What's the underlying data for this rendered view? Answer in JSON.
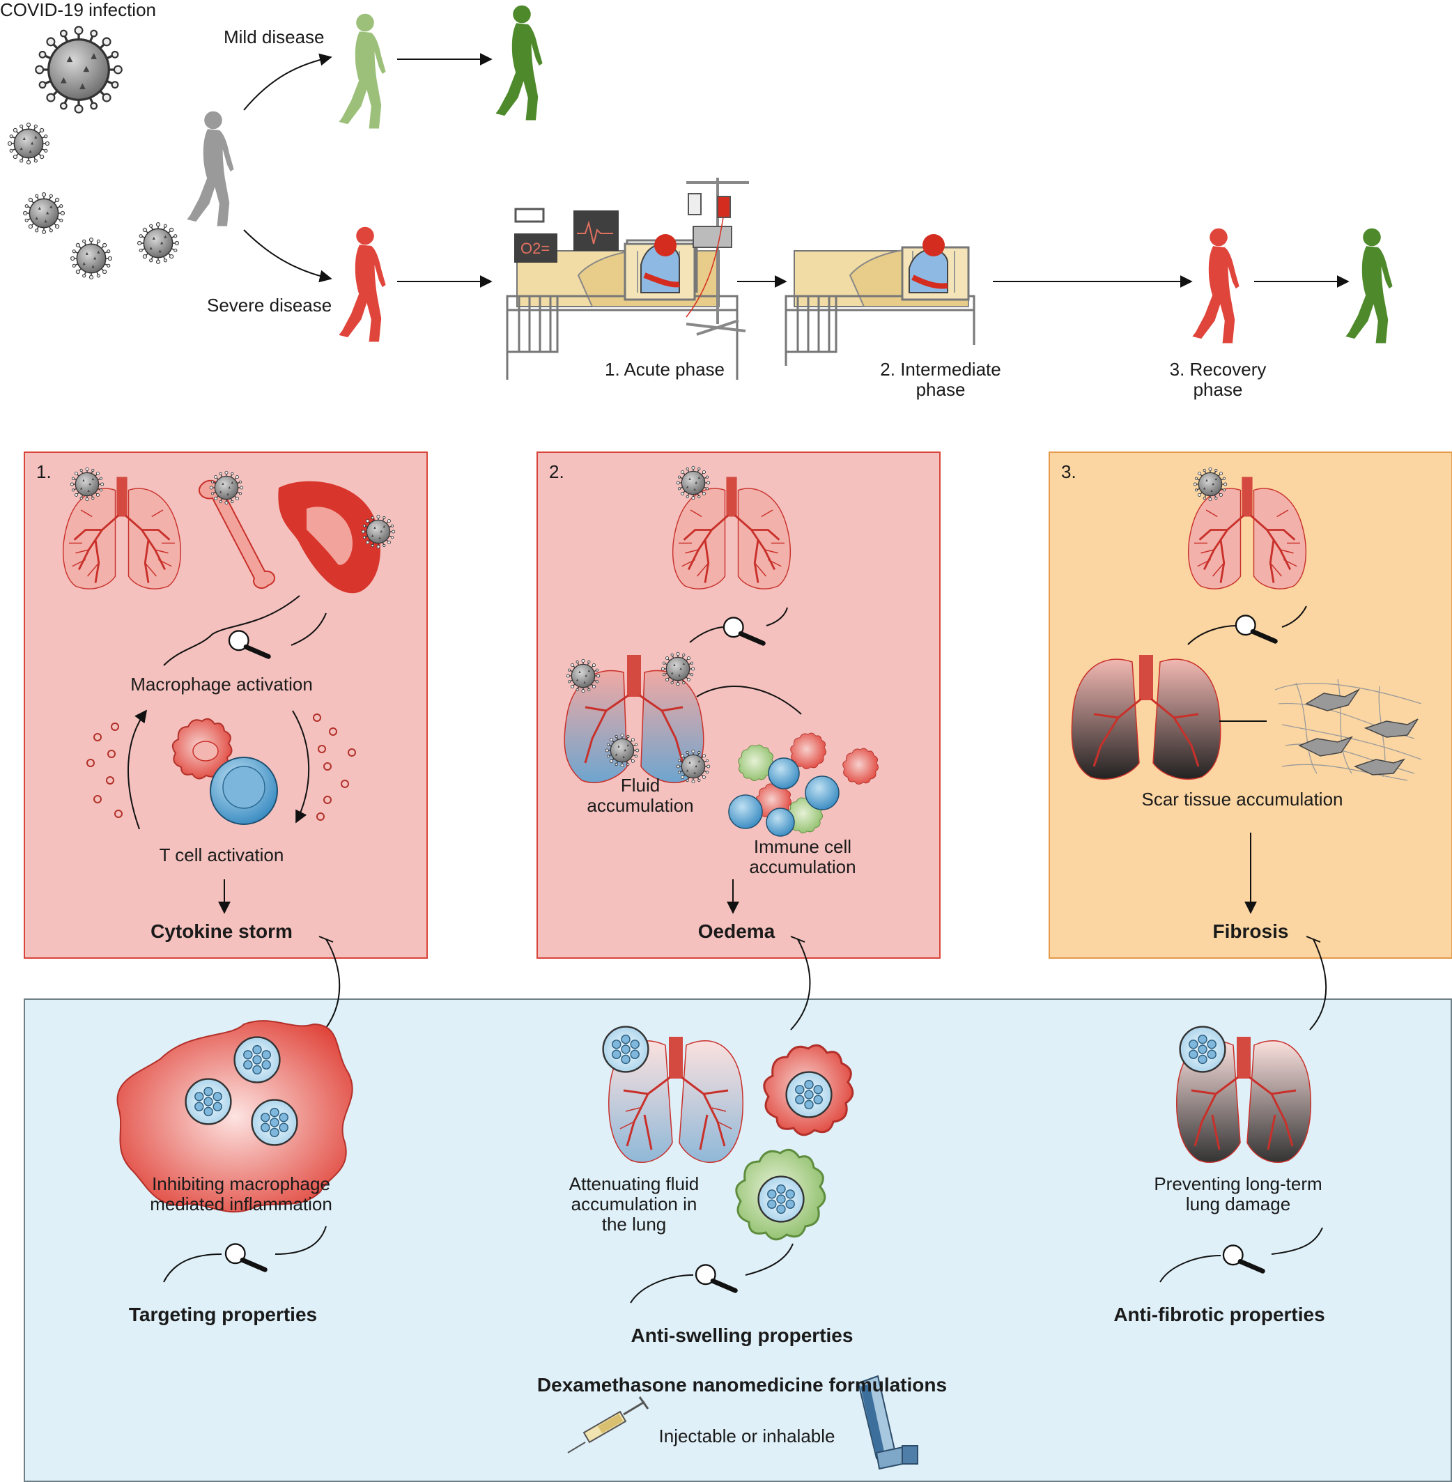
{
  "top": {
    "infection_label": "COVID-19 infection",
    "mild_label": "Mild disease",
    "severe_label": "Severe disease",
    "phase1_label": "1. Acute phase",
    "phase2_label": "2. Intermediate\nphase",
    "phase3_label": "3. Recovery\nphase",
    "o2_label": "O2="
  },
  "panels": [
    {
      "number": "1.",
      "items": {
        "macrophage": "Macrophage activation",
        "tcell": "T cell activation",
        "outcome": "Cytokine storm"
      }
    },
    {
      "number": "2.",
      "items": {
        "fluid": "Fluid\naccumulation",
        "immune": "Immune cell\naccumulation",
        "outcome": "Oedema"
      }
    },
    {
      "number": "3.",
      "items": {
        "scar": "Scar tissue accumulation",
        "outcome": "Fibrosis"
      }
    }
  ],
  "treatment": {
    "col1_text": "Inhibiting macrophage\nmediated inflammation",
    "col1_property": "Targeting properties",
    "col2_text": "Attenuating fluid\naccumulation in\nthe lung",
    "col2_property": "Anti-swelling properties",
    "col3_text": "Preventing long-term\nlung damage",
    "col3_property": "Anti-fibrotic properties",
    "formulation_title": "Dexamethasone nanomedicine formulations",
    "route_label": "Injectable or inhalable"
  },
  "colors": {
    "panel_red": "#f4c1be",
    "panel_red_border": "#d9453a",
    "panel_orange": "#fbd6a2",
    "panel_orange_border": "#e59a4a",
    "treatment_bg": "#dff0f8",
    "treatment_border": "#6f7f88",
    "mild_green_light": "#9cc07a",
    "recovered_green": "#4e8a2b",
    "severe_red": "#e0453b",
    "lung_red": "#e9796f",
    "vessel_red": "#c9302a",
    "virus_gray": "#8d8d8d"
  }
}
